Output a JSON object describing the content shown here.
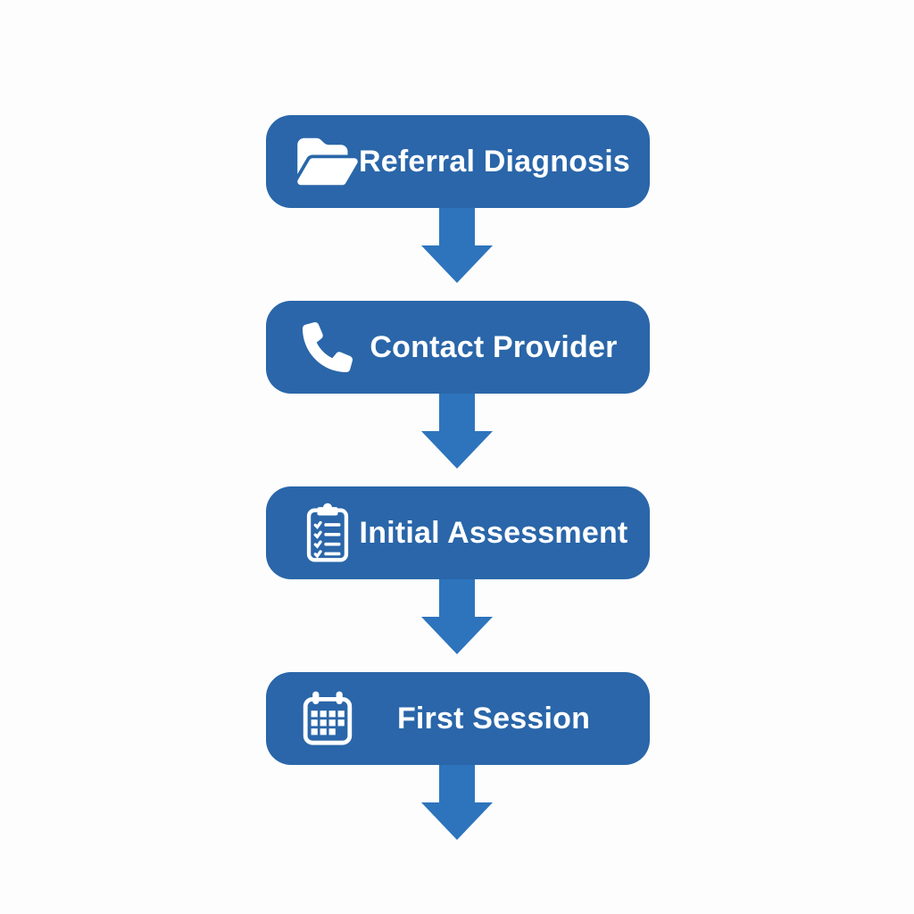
{
  "flow": {
    "steps": [
      {
        "label": "Referral Diagnosis",
        "icon": "folder-open-icon"
      },
      {
        "label": "Contact Provider",
        "icon": "phone-icon"
      },
      {
        "label": "Initial Assessment",
        "icon": "clipboard-list-icon"
      },
      {
        "label": "First Session",
        "icon": "calendar-icon"
      }
    ],
    "connector_icon": "down-arrow-icon",
    "connector_count": 4
  },
  "colors": {
    "box": "#2a66a9",
    "arrow": "#2d74bd",
    "text": "#ffffff",
    "background": "#fdfdfd"
  }
}
